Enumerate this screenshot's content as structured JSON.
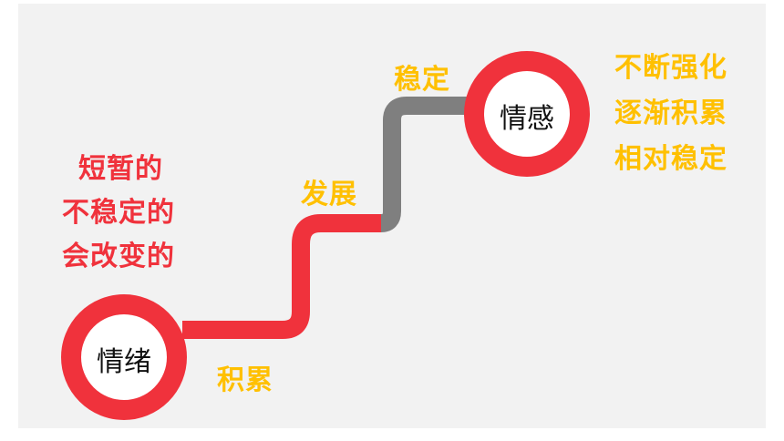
{
  "colors": {
    "red": "#f0323c",
    "yellow": "#ffc000",
    "gray": "#7f7f7f",
    "background": "#f2f2f2"
  },
  "start_node": {
    "label": "情绪",
    "description": [
      "短暂的",
      "不稳定的",
      "会改变的"
    ]
  },
  "end_node": {
    "label": "情感",
    "description": [
      "不断强化",
      "逐渐积累",
      "相对稳定"
    ]
  },
  "path_labels": {
    "accumulate": "积累",
    "develop": "发展",
    "stabilize": "稳定"
  }
}
